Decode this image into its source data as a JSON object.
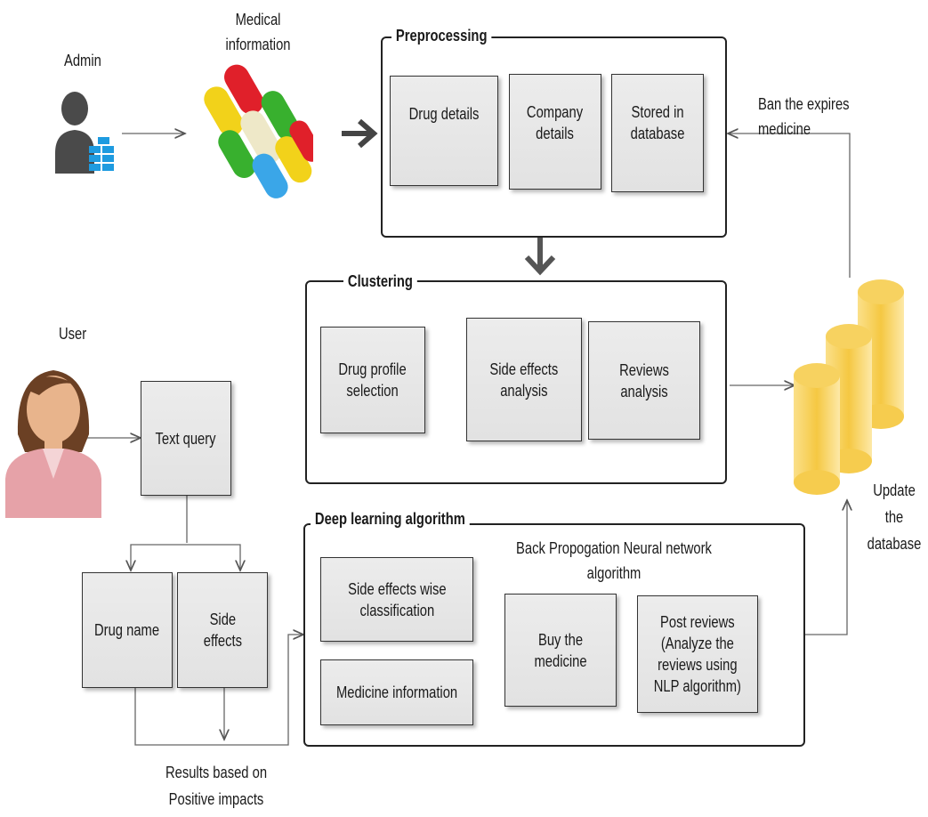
{
  "actors": {
    "admin": "Admin",
    "medical_info": "Medical\ninformation",
    "user": "User"
  },
  "groups": {
    "preprocessing": {
      "title": "Preprocessing",
      "nodes": [
        "Drug details",
        "Company\ndetails",
        "Stored in\ndatabase"
      ]
    },
    "clustering": {
      "title": "Clustering",
      "nodes": [
        "Drug profile\nselection",
        "Side effects\nanalysis",
        "Reviews\nanalysis"
      ]
    },
    "deep_learning": {
      "title": "Deep learning algorithm",
      "subtitle": "Back Propogation Neural network\nalgorithm",
      "nodes": [
        "Side effects wise\nclassification",
        "Medicine information",
        "Buy the\nmedicine",
        "Post reviews\n(Analyze the\nreviews using\nNLP algorithm)"
      ]
    }
  },
  "user_flow": {
    "text_query": "Text query",
    "drug_name": "Drug name",
    "side_effects": "Side\neffects",
    "results": "Results based on\nPositive impacts"
  },
  "annotations": {
    "ban": "Ban the expires medicine",
    "update": "Update the\ndatabase"
  },
  "colors": {
    "pill_red": "#e0202a",
    "pill_yellow": "#f2d21a",
    "pill_green": "#38b02e",
    "pill_blue": "#3aa6e8",
    "database_gold": "#f5c842",
    "user_shirt": "#e6a2a8",
    "user_skin": "#e8b48c",
    "user_hair": "#6b4024",
    "admin_gray": "#4a4a4a",
    "admin_blue": "#1e9be0"
  }
}
